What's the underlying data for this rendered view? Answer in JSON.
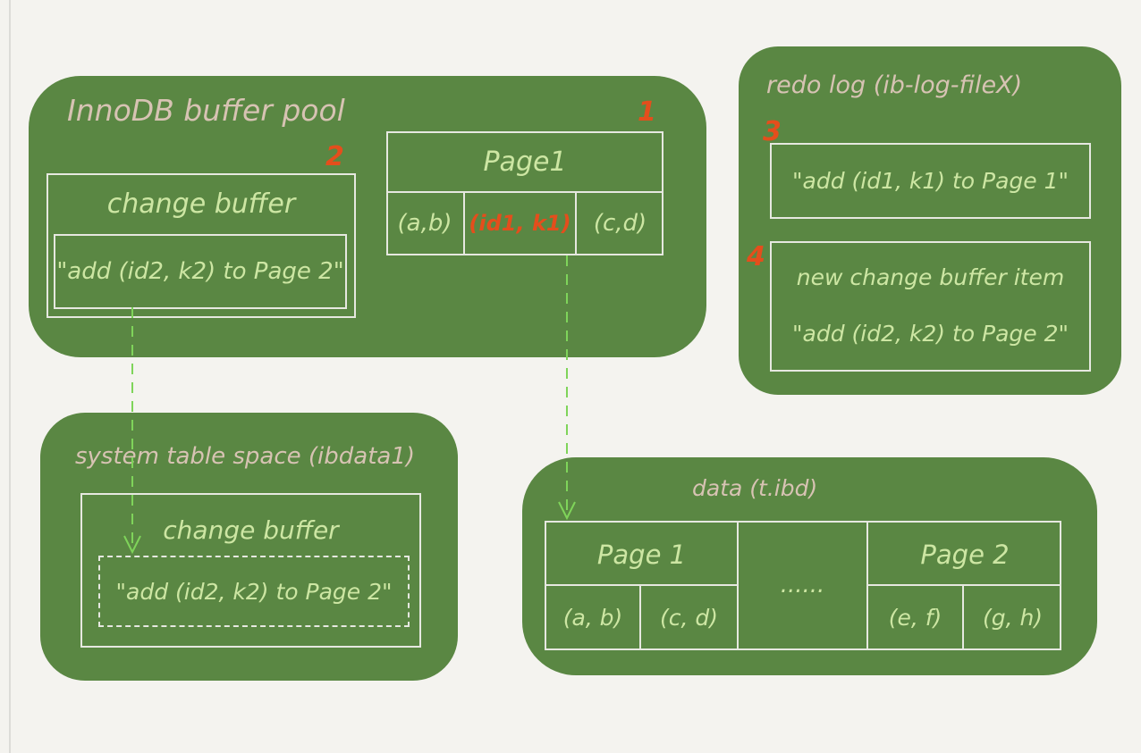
{
  "buffer_pool": {
    "title": "InnoDB buffer pool",
    "change_buffer": {
      "marker": "2",
      "title": "change buffer",
      "item": "\"add (id2, k2) to Page 2\""
    },
    "page1": {
      "marker": "1",
      "title": "Page1",
      "cells": [
        "(a,b)",
        "(id1, k1)",
        "(c,d)"
      ]
    }
  },
  "redo_log": {
    "title": "redo log (ib-log-fileX)",
    "entry1": {
      "marker": "3",
      "text": "\"add (id1, k1) to Page 1\""
    },
    "entry2": {
      "marker": "4",
      "line1": "new change buffer item",
      "line2": "\"add (id2, k2) to Page 2\""
    }
  },
  "system_tablespace": {
    "title": "system table space (ibdata1)",
    "change_buffer_title": "change buffer",
    "item": "\"add (id2, k2) to Page 2\""
  },
  "data_file": {
    "title": "data (t.ibd)",
    "page1": {
      "title": "Page 1",
      "cells": [
        "(a, b)",
        "(c, d)"
      ]
    },
    "ellipsis": "......",
    "page2": {
      "title": "Page 2",
      "cells": [
        "(e, f)",
        "(g, h)"
      ]
    }
  },
  "colors": {
    "panel": "#5a8743",
    "green_text": "#cde6a3",
    "title_text": "#d7c3b3",
    "highlight": "#e44e1c",
    "border": "#e6e8e0",
    "arrow": "#7fd45a"
  }
}
